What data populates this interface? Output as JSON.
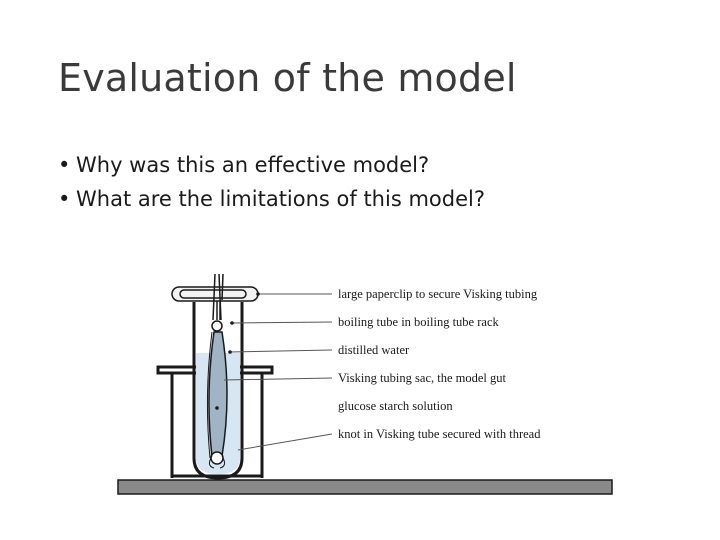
{
  "slide": {
    "title": "Evaluation of the model",
    "bullets": [
      "Why was this an effective model?",
      "What are the limitations of this model?"
    ]
  },
  "diagram": {
    "labels": [
      "large paperclip to secure Visking tubing",
      "boiling tube in boiling tube rack",
      "distilled water",
      "Visking tubing sac, the model gut",
      "glucose starch solution",
      "knot in Visking tube secured with thread"
    ],
    "colors": {
      "water": "#d6e6f2",
      "solution": "#9fb4c4",
      "bench": "#8a8a8a",
      "outline": "#1a1a1a"
    }
  }
}
